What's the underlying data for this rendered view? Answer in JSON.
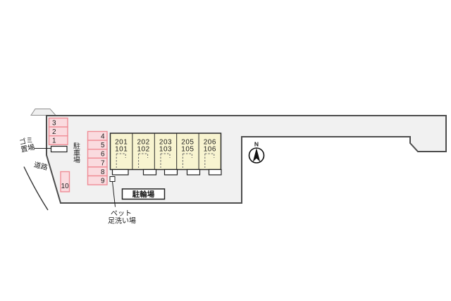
{
  "figure": {
    "type": "site-plan"
  },
  "labels": {
    "trash_area": {
      "line1": "ゴミ",
      "line2": "置場"
    },
    "road": "道路",
    "parking_lot": "駐車場",
    "bicycle_parking": "駐輪場",
    "pet_wash": {
      "line1": "ペット",
      "line2": "足洗い場"
    },
    "north": "N"
  },
  "parking": {
    "left_column_spaces": [
      "3",
      "2",
      "1"
    ],
    "center_column_spaces": [
      "4",
      "5",
      "6",
      "7",
      "8",
      "9"
    ],
    "detached_space": "10"
  },
  "building": {
    "units": [
      {
        "upper": "201",
        "lower": "101"
      },
      {
        "upper": "202",
        "lower": "102"
      },
      {
        "upper": "203",
        "lower": "103"
      },
      {
        "upper": "205",
        "lower": "105"
      },
      {
        "upper": "206",
        "lower": "106"
      }
    ]
  },
  "colors": {
    "site_fill": "#f1f1f1",
    "site_border": "#4d4d4d",
    "parking_space_fill": "#fadbdf",
    "parking_space_border": "#ef8d96",
    "building_fill": "#f8f4d0",
    "building_border": "#2a2a2a",
    "ink": "#1c1c1c"
  }
}
